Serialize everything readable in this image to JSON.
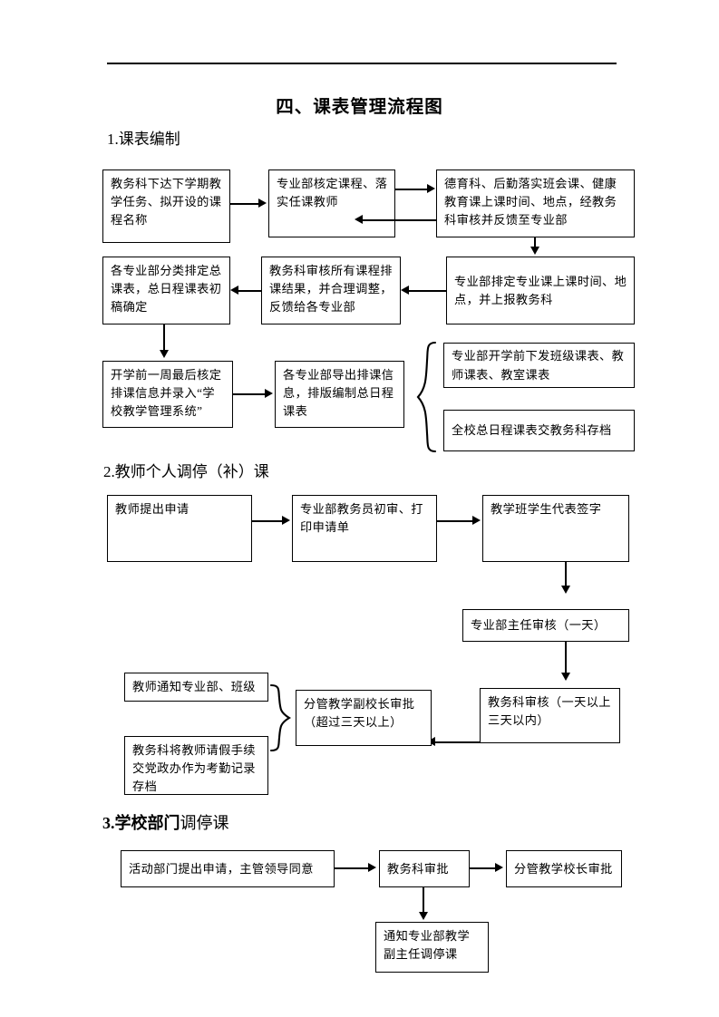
{
  "document": {
    "title": "四、课表管理流程图"
  },
  "sections": [
    {
      "number": "1.",
      "title": "课表编制",
      "boxes": {
        "b1": "教务科下达下学期教学任务、拟开设的课程名称",
        "b2": "专业部核定课程、落实任课教师",
        "b3": "德育科、后勤落实班会课、健康教育课上课时间、地点，经教务科审核并反馈至专业部",
        "b4": "各专业部分类排定总课表，总日程课表初稿确定",
        "b5": "教务科审核所有课程排课结果，并合理调整，反馈给各专业部",
        "b6": "专业部排定专业课上课时间、地点，并上报教务科",
        "b7": "开学前一周最后核定排课信息并录入“学校教学管理系统”",
        "b8": "各专业部导出排课信息，排版编制总日程课表",
        "b9": "专业部开学前下发班级课表、教师课表、教室课表",
        "b10": "全校总日程课表交教务科存档"
      }
    },
    {
      "number": "2.",
      "title": "教师个人调停（补）课",
      "boxes": {
        "b1": "教师提出申请",
        "b2": "专业部教务员初审、打印申请单",
        "b3": "教学班学生代表签字",
        "b4": "专业部主任审核（一天）",
        "b5": "教务科审核（一天以上三天以内）",
        "b6": "分管教学副校长审批（超过三天以上）",
        "b7": "教师通知专业部、班级",
        "b8": "教务科将教师请假手续交党政办作为考勤记录存档"
      }
    },
    {
      "number": "3.",
      "title_bold": "学校部门",
      "title_rest": "调停课",
      "boxes": {
        "b1": "活动部门提出申请，主管领导同意",
        "b2": "教务科审批",
        "b3": "分管教学校长审批",
        "b4": "通知专业部教学副主任调停课"
      }
    }
  ],
  "colors": {
    "ink": "#000000",
    "page": "#ffffff"
  }
}
